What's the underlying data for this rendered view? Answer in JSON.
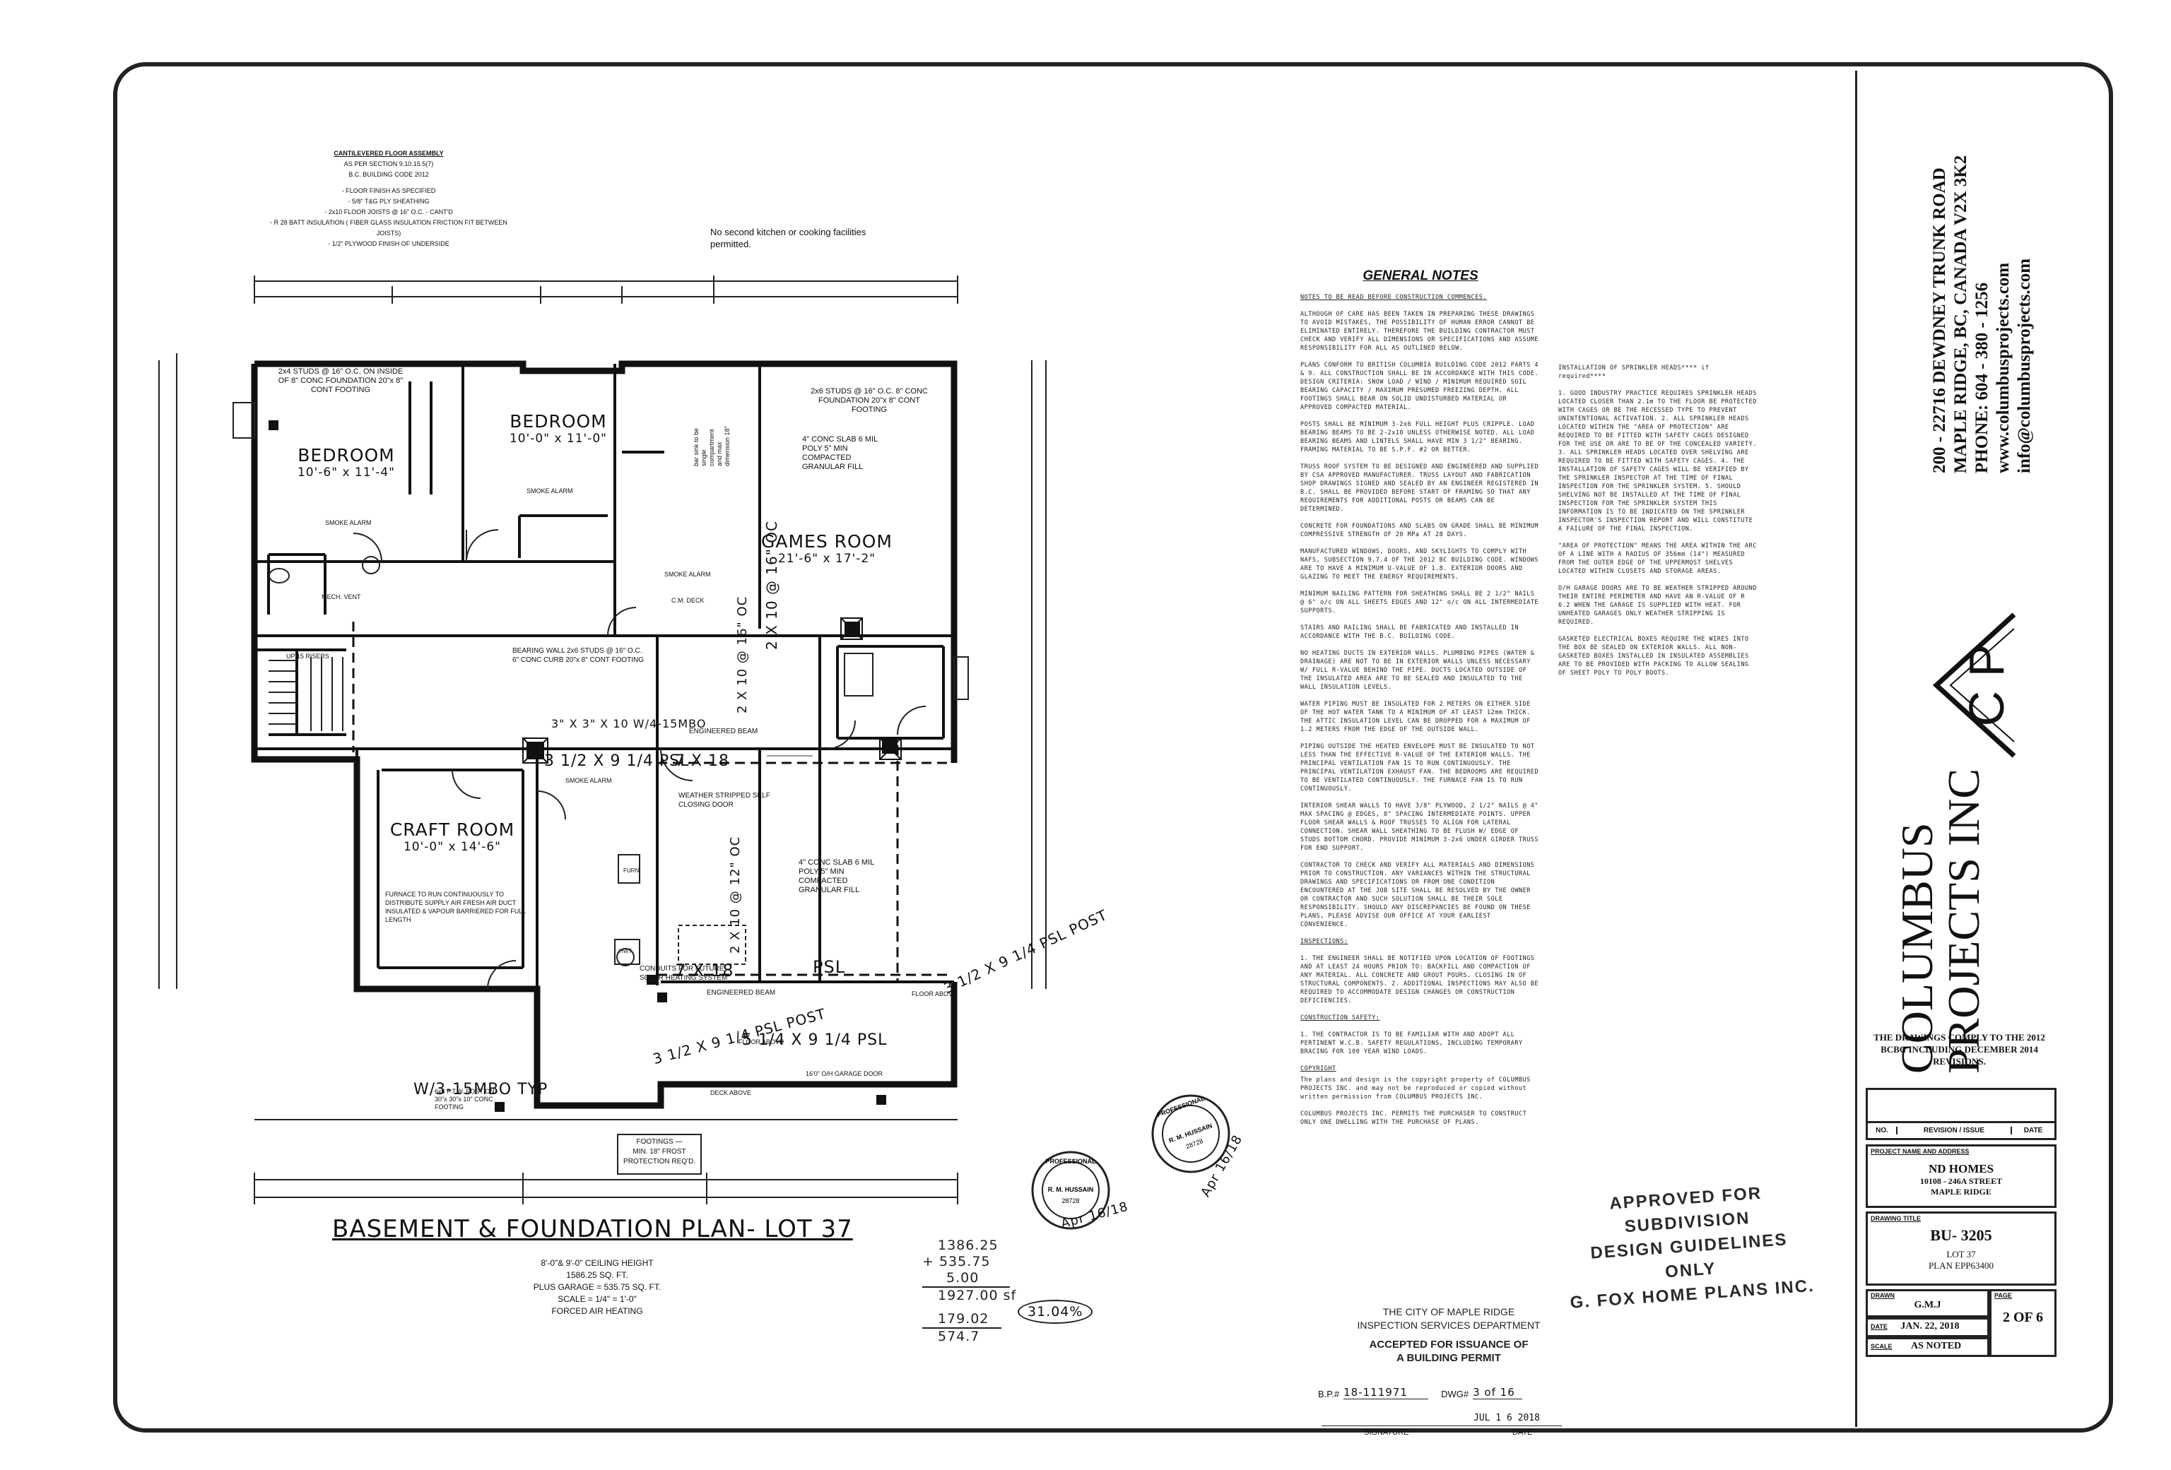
{
  "plan": {
    "title": "BASEMENT & FOUNDATION PLAN- LOT 37",
    "subinfo": [
      "8'-0\"& 9'-0\" CEILING HEIGHT",
      "1586.25 SQ. FT.",
      "PLUS GARAGE = 535.75 SQ. FT.",
      "SCALE = 1/4\" = 1'-0\"",
      "FORCED AIR HEATING"
    ],
    "cantilever_note": {
      "heading": "CANTILEVERED FLOOR ASSEMBLY",
      "lines": [
        "AS PER SECTION 9.10.15.5(7)",
        "B.C. BUILDING CODE 2012",
        "- FLOOR FINISH AS SPECIFIED",
        "- 5/8\" T&G PLY SHEATHING",
        "- 2x10 FLOOR JOISTS @ 16\" O.C. - CANT'D",
        "- R 28 BATT INSULATION ( FIBER GLASS INSULATION FRICTION FIT BETWEEN JOISTS)",
        "- 1/2\" PLYWOOD FINISH OF UNDERSIDE"
      ]
    },
    "no_kitchen_note": "No second kitchen or cooking facilities permitted.",
    "rooms": [
      {
        "name": "BEDROOM",
        "size": "10'-6\" x 11'-4\""
      },
      {
        "name": "BEDROOM",
        "size": "10'-0\" x 11'-0\""
      },
      {
        "name": "GAMES ROOM",
        "size": "21'-6\" x 17'-2\""
      },
      {
        "name": "CRAFT ROOM",
        "size": "10'-0\" x 14'-6\""
      }
    ],
    "labels": {
      "smoke_alarm": "SMOKE ALARM",
      "mech_vent": "MECH. VENT",
      "cm_deck": "C.M. DECK",
      "up_risers": "UP 15 RISERS",
      "engineered_beam": "ENGINEERED BEAM",
      "weather_stripped": "WEATHER STRIPPED SELF CLOSING DOOR",
      "conduits": "CONDUITS FOR FUTURE SOLAR HEATING SYSTEM",
      "furnace_note": "FURNACE TO RUN CONTINUOUSLY TO DISTRIBUTE SUPPLY AIR FRESH AIR DUCT INSULATED & VAPOUR BARRIERED FOR FULL LENGTH",
      "footings": "FOOTINGS — MIN. 18\" FROST PROTECTION REQ'D.",
      "deck_above": "DECK ABOVE",
      "garage_door": "16'0\" O/H GARAGE DOOR",
      "floor_above": "FLOOR ABOVE",
      "bearing_wall": "BEARING WALL 2x6 STUDS @ 16\" O.C. 6\" CONC CURB 20\"x 8\" CONT FOOTING",
      "stud_wall_1": "2x4 STUDS @ 16\" O.C. ON INSIDE OF 8\" CONC FOUNDATION 20\"x 8\" CONT FOOTING",
      "stud_wall_2": "2x6 STUDS @ 16\" O.C. 8\" CONC FOUNDATION 20\"x 8\" CONT FOOTING",
      "slab": "4\" CONC SLAB 6 MIL POLY 5\" MIN COMPACTED GRANULAR FILL",
      "bar_note": "bar sink to be single compartment and max dimension 18\"",
      "pad_footing": "6x6 P.T.W. POST ON 30\"x 30\"x 10\" CONC FOOTING",
      "furn": "FURN",
      "hwt": "HWT"
    },
    "handwritten": {
      "beam_1": "3 1/2 X 9 1/4 PSL",
      "beam_2": "7 X 18",
      "beam_3": "5 1/4 X 9 1/4 PSL",
      "beam_4": "3 1/2 X 9 1/4 PSL POST",
      "beam_5": "PSL",
      "beam_6": "7 X 18",
      "lvl_1": "2 X 10 @ 16\" OC",
      "lvl_2": "2 X 10 @ 12\" OC",
      "wall_1": "W/3-15MBO TYP",
      "wall_2": "3\" X 3\" X 10 W/4-15MBO",
      "calc_1": "1386.25",
      "calc_2": "+ 535.75",
      "calc_3": "5.00",
      "calc_4": "1927.00 sf",
      "calc_5": "179.02",
      "calc_6": "574.7",
      "calc_7": "31.04%",
      "date_1": "Apr 16/18",
      "date_2": "Apr 16/18"
    }
  },
  "general_notes": {
    "title": "GENERAL NOTES",
    "col1": [
      "NOTES TO BE READ BEFORE CONSTRUCTION COMMENCES.",
      "ALTHOUGH OF CARE HAS BEEN TAKEN IN PREPARING THESE DRAWINGS TO AVOID MISTAKES, THE POSSIBILITY OF HUMAN ERROR CANNOT BE ELIMINATED ENTIRELY. THEREFORE THE BUILDING CONTRACTOR MUST CHECK AND VERIFY ALL DIMENSIONS OR SPECIFICATIONS AND ASSUME RESPONSIBILITY FOR ALL AS OUTLINED BELOW.",
      "PLANS CONFORM TO BRITISH COLUMBIA BUILDING CODE 2012 PARTS 4 & 9. ALL CONSTRUCTION SHALL BE IN ACCORDANCE WITH THIS CODE. DESIGN CRITERIA: SNOW LOAD / WIND / MINIMUM REQUIRED SOIL BEARING CAPACITY / MAXIMUM PRESUMED FREEZING DEPTH. ALL FOOTINGS SHALL BEAR ON SOLID UNDISTURBED MATERIAL OR APPROVED COMPACTED MATERIAL.",
      "POSTS SHALL BE MINIMUM 3-2x6 FULL HEIGHT PLUS CRIPPLE. LOAD BEARING BEAMS TO BE 2-2x10 UNLESS OTHERWISE NOTED. ALL LOAD BEARING BEAMS AND LINTELS SHALL HAVE MIN 3 1/2\" BEARING. FRAMING MATERIAL TO BE S.P.F. #2 OR BETTER.",
      "TRUSS ROOF SYSTEM TO BE DESIGNED AND ENGINEERED AND SUPPLIED BY CSA APPROVED MANUFACTURER. TRUSS LAYOUT AND FABRICATION SHOP DRAWINGS SIGNED AND SEALED BY AN ENGINEER REGISTERED IN B.C. SHALL BE PROVIDED BEFORE START OF FRAMING SO THAT ANY REQUIREMENTS FOR ADDITIONAL POSTS OR BEAMS CAN BE DETERMINED.",
      "CONCRETE FOR FOUNDATIONS AND SLABS ON GRADE SHALL BE MINIMUM COMPRESSIVE STRENGTH OF 20 MPa AT 28 DAYS.",
      "MANUFACTURED WINDOWS, DOORS, AND SKYLIGHTS TO COMPLY WITH NAFS, SUBSECTION 9.7.4 OF THE 2012 BC BUILDING CODE. WINDOWS ARE TO HAVE A MINIMUM U-VALUE OF 1.8. EXTERIOR DOORS AND GLAZING TO MEET THE ENERGY REQUIREMENTS.",
      "MINIMUM NAILING PATTERN FOR SHEATHING SHALL BE 2 1/2\" NAILS @ 6\" o/c ON ALL SHEETS EDGES AND 12\" o/c ON ALL INTERMEDIATE SUPPORTS.",
      "STAIRS AND RAILING SHALL BE FABRICATED AND INSTALLED IN ACCORDANCE WITH THE B.C. BUILDING CODE.",
      "NO HEATING DUCTS IN EXTERIOR WALLS. PLUMBING PIPES (WATER & DRAINAGE) ARE NOT TO BE IN EXTERIOR WALLS UNLESS NECESSARY W/ FULL R-VALUE BEHIND THE PIPE. DUCTS LOCATED OUTSIDE OF THE INSULATED AREA ARE TO BE SEALED AND INSULATED TO THE WALL INSULATION LEVELS.",
      "WATER PIPING MUST BE INSULATED FOR 2 METERS ON EITHER SIDE OF THE HOT WATER TANK TO A MINIMUM OF AT LEAST 12mm THICK. THE ATTIC INSULATION LEVEL CAN BE DROPPED FOR A MAXIMUM OF 1.2 METERS FROM THE EDGE OF THE OUTSIDE WALL.",
      "PIPING OUTSIDE THE HEATED ENVELOPE MUST BE INSULATED TO NOT LESS THAN THE EFFECTIVE R-VALUE OF THE EXTERIOR WALLS. THE PRINCIPAL VENTILATION FAN IS TO RUN CONTINUOUSLY. THE PRINCIPAL VENTILATION EXHAUST FAN. THE BEDROOMS ARE REQUIRED TO BE VENTILATED CONTINUOUSLY. THE FURNACE FAN IS TO RUN CONTINUOUSLY.",
      "INTERIOR SHEAR WALLS TO HAVE 3/8\" PLYWOOD, 2 1/2\" NAILS @ 4\" MAX SPACING @ EDGES, 8\" SPACING INTERMEDIATE POINTS. UPPER FLOOR SHEAR WALLS & ROOF TRUSSES TO ALIGN FOR LATERAL CONNECTION. SHEAR WALL SHEATHING TO BE FLUSH W/ EDGE OF STUDS BOTTOM CHORD. PROVIDE MINIMUM 3-2x6 UNDER GIRDER TRUSS FOR END SUPPORT.",
      "CONTRACTOR TO CHECK AND VERIFY ALL MATERIALS AND DIMENSIONS PRIOR TO CONSTRUCTION. ANY VARIANCES WITHIN THE STRUCTURAL DRAWINGS AND SPECIFICATIONS OR FROM ONE CONDITION ENCOUNTERED AT THE JOB SITE SHALL BE RESOLVED BY THE OWNER OR CONTRACTOR AND SUCH SOLUTION SHALL BE THEIR SOLE RESPONSIBILITY. SHOULD ANY DISCREPANCIES BE FOUND ON THESE PLANS, PLEASE ADVISE OUR OFFICE AT YOUR EARLIEST CONVENIENCE.",
      "INSPECTIONS:",
      "1. THE ENGINEER SHALL BE NOTIFIED UPON LOCATION OF FOOTINGS AND AT LEAST 24 HOURS PRIOR TO: BACKFILL AND COMPACTION OF ANY MATERIAL. ALL CONCRETE AND GROUT POURS. CLOSING IN OF STRUCTURAL COMPONENTS. 2. ADDITIONAL INSPECTIONS MAY ALSO BE REQUIRED TO ACCOMMODATE DESIGN CHANGES OR CONSTRUCTION DEFICIENCIES.",
      "CONSTRUCTION SAFETY:",
      "1. THE CONTRACTOR IS TO BE FAMILIAR WITH AND ADOPT ALL PERTINENT W.C.B. SAFETY REGULATIONS, INCLUDING TEMPORARY BRACING FOR 100 YEAR WIND LOADS.",
      "COPYRIGHT",
      "The plans and design is the copyright property of COLUMBUS PROJECTS INC. and may not be reproduced or copied without written permission from COLUMBUS PROJECTS INC.",
      "COLUMBUS PROJECTS INC. PERMITS THE PURCHASER TO CONSTRUCT ONLY ONE DWELLING WITH THE PURCHASE OF PLANS."
    ],
    "col2": [
      "INSTALLATION OF SPRINKLER HEADS**** if required****",
      "1. GOOD INDUSTRY PRACTICE REQUIRES SPRINKLER HEADS LOCATED CLOSER THAN 2.1m TO THE FLOOR BE PROTECTED WITH CAGES OR BE THE RECESSED TYPE TO PREVENT UNINTENTIONAL ACTIVATION. 2. ALL SPRINKLER HEADS LOCATED WITHIN THE \"AREA OF PROTECTION\" ARE REQUIRED TO BE FITTED WITH SAFETY CAGES DESIGNED FOR THE USE OR ARE TO BE OF THE CONCEALED VARIETY. 3. ALL SPRINKLER HEADS LOCATED OVER SHELVING ARE REQUIRED TO BE FITTED WITH SAFETY CAGES. 4. THE INSTALLATION OF SAFETY CAGES WILL BE VERIFIED BY THE SPRINKLER INSPECTOR AT THE TIME OF FINAL INSPECTION FOR THE SPRINKLER SYSTEM. 5. SHOULD SHELVING NOT BE INSTALLED AT THE TIME OF FINAL INSPECTION FOR THE SPRINKLER SYSTEM THIS INFORMATION IS TO BE INDICATED ON THE SPRINKLER INSPECTOR'S INSPECTION REPORT AND WILL CONSTITUTE A FAILURE OF THE FINAL INSPECTION.",
      "\"AREA OF PROTECTION\" MEANS THE AREA WITHIN THE ARC OF A LINE WITH A RADIUS OF 356mm (14\") MEASURED FROM THE OUTER EDGE OF THE UPPERMOST SHELVES LOCATED WITHIN CLOSETS AND STORAGE AREAS.",
      "O/H GARAGE DOORS ARE TO BE WEATHER STRIPPED AROUND THEIR ENTIRE PERIMETER AND HAVE AN R-VALUE OF R 6.2 WHEN THE GARAGE IS SUPPLIED WITH HEAT. FOR UNHEATED GARAGES ONLY WEATHER STRIPPING IS REQUIRED.",
      "GASKETED ELECTRICAL BOXES REQUIRE THE WIRES INTO THE BOX BE SEALED ON EXTERIOR WALLS. ALL NON-GASKETED BOXES INSTALLED IN INSULATED ASSEMBLIES ARE TO BE PROVIDED WITH PACKING TO ALLOW SEALING OF SHEET POLY TO POLY BOOTS."
    ]
  },
  "stamps": {
    "approval": [
      "APPROVED FOR SUBDIVISION",
      "DESIGN GUIDELINES ONLY",
      "G. FOX HOME PLANS INC."
    ],
    "city": [
      "THE CITY OF MAPLE RIDGE",
      "INSPECTION SERVICES DEPARTMENT",
      "ACCEPTED FOR ISSUANCE OF",
      "A BUILDING PERMIT"
    ],
    "permit_prefix": "B.P.#",
    "permit_number": "18-111971",
    "dwg_prefix": "DWG#",
    "dwg_number": "3 of 16",
    "permit_date": "JUL 1 6 2018",
    "signature_label": "SIGNATURE",
    "date_label": "DATE",
    "footing_box": [
      "FOOTINGS —",
      "MIN. 18\" FROST",
      "PROTECTION REQ'D."
    ],
    "seal_name": "R. M. HUSSAIN",
    "seal_word": "PROFESSIONAL",
    "seal_number": "28728"
  },
  "title_block": {
    "company_address": [
      "200 - 22716 DEWDNEY TRUNK ROAD",
      "MAPLE RIDGE, BC, CANADA  V2X 3K2",
      "PHONE: 604 - 380 - 1256",
      "www.columbusprojects.com",
      "info@columbusprojects.com"
    ],
    "logo_letters": "C P",
    "company_name": [
      "COLUMBUS",
      "PROJECTS INC"
    ],
    "compliance": "THE DRAWINGS COMPLY TO THE 2012 BCBC INCLUDING DECEMBER 2014 REVISIONS.",
    "rev_headers": [
      "NO.",
      "REVISION / ISSUE",
      "DATE"
    ],
    "project_label": "PROJECT NAME AND ADDRESS",
    "project": [
      "ND HOMES",
      "10108 - 246A STREET",
      "MAPLE RIDGE"
    ],
    "drawing_title_label": "DRAWING TITLE",
    "drawing_title": [
      "BU- 3205",
      "LOT 37",
      "PLAN EPP63400"
    ],
    "drawn_label": "DRAWN",
    "drawn": "G.M.J",
    "date_label": "DATE",
    "date": "JAN. 22, 2018",
    "scale_label": "SCALE",
    "scale": "AS NOTED",
    "page_label": "PAGE",
    "page": "2 OF 6"
  }
}
